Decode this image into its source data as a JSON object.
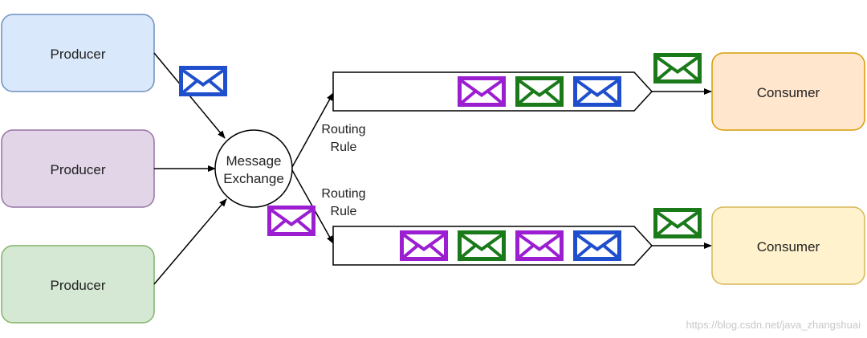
{
  "producers": [
    {
      "label": "Producer",
      "fill": "#dae8fc",
      "stroke": "#6c8ebf"
    },
    {
      "label": "Producer",
      "fill": "#e1d5e7",
      "stroke": "#9673a6"
    },
    {
      "label": "Producer",
      "fill": "#d5e8d4",
      "stroke": "#82b366"
    }
  ],
  "exchange": {
    "line1": "Message",
    "line2": "Exchange"
  },
  "routing_rules": [
    {
      "line1": "Routing",
      "line2": "Rule"
    },
    {
      "line1": "Routing",
      "line2": "Rule"
    }
  ],
  "consumers": [
    {
      "label": "Consumer",
      "fill": "#ffe6cc",
      "stroke": "#d79b00"
    },
    {
      "label": "Consumer",
      "fill": "#fff2cc",
      "stroke": "#d6b656"
    }
  ],
  "message_colors": {
    "blue": "#1f4fcc",
    "green": "#1a7a1a",
    "purple": "#9b1fd1"
  },
  "queues": [
    {
      "messages": [
        "purple",
        "green",
        "blue"
      ],
      "delivered": "green"
    },
    {
      "messages": [
        "purple",
        "green",
        "purple",
        "blue"
      ],
      "delivered": "green"
    }
  ],
  "in_flight": {
    "producer_message": "blue",
    "routed_message": "purple"
  },
  "watermark": "https://blog.csdn.net/java_zhangshuai"
}
